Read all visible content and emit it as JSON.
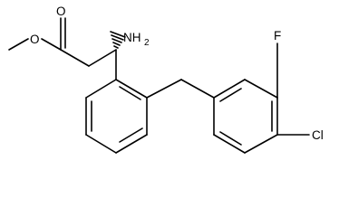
{
  "structure": {
    "atoms": {
      "oxygen_carbonyl": "O",
      "oxygen_ester": "O",
      "amine_main": "NH",
      "amine_sub": "2",
      "fluorine": "F",
      "chlorine": "Cl"
    },
    "colors": {
      "bond": "#000000",
      "label": "#000000",
      "background": "#ffffff"
    }
  }
}
